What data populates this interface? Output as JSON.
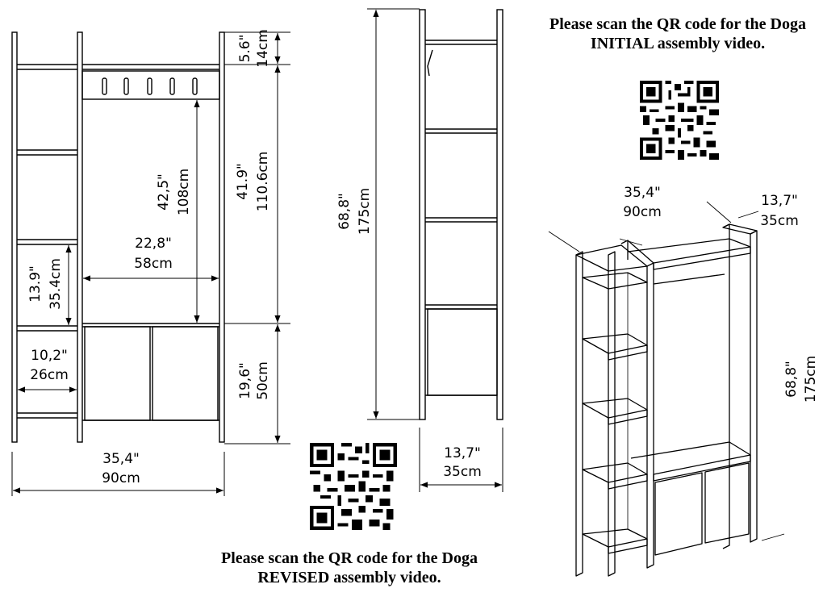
{
  "front_view": {
    "height_top_in": "5.6\"",
    "height_top_cm": "14cm",
    "hanging_in": "42,5\"",
    "hanging_cm": "108cm",
    "mid_in": "41.9\"",
    "mid_cm": "110.6cm",
    "inner_width_in": "22,8\"",
    "inner_width_cm": "58cm",
    "shelf_h_in": "13.9\"",
    "shelf_h_cm": "35.4cm",
    "side_w_in": "10,2\"",
    "side_w_cm": "26cm",
    "cabinet_h_in": "19,6\"",
    "cabinet_h_cm": "50cm",
    "total_w_in": "35,4\"",
    "total_w_cm": "90cm"
  },
  "side_view": {
    "height_in": "68,8\"",
    "height_cm": "175cm",
    "depth_in": "13,7\"",
    "depth_cm": "35cm"
  },
  "iso_view": {
    "width_in": "35,4\"",
    "width_cm": "90cm",
    "depth_in": "13,7\"",
    "depth_cm": "35cm",
    "height_in": "68,8\"",
    "height_cm": "175cm"
  },
  "notes": {
    "initial": "Please scan the QR code for the Doga INITIAL assembly video.",
    "revised": "Please scan the QR code for the Doga REVISED assembly video."
  }
}
